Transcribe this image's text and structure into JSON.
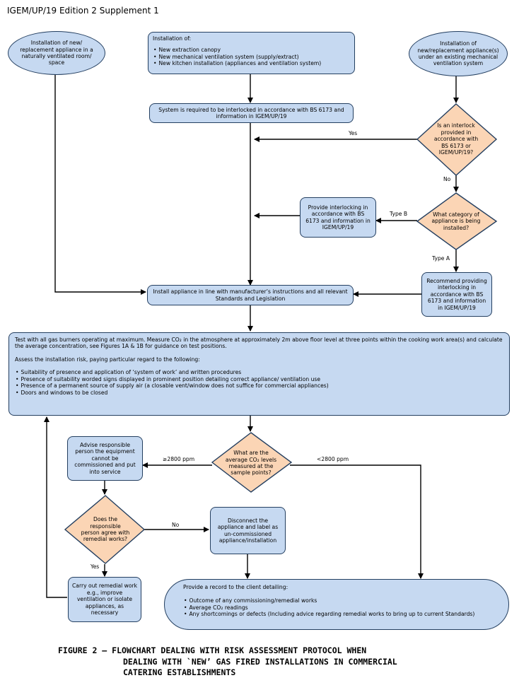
{
  "header": "IGEM/UP/19 Edition 2 Supplement 1",
  "colors": {
    "box_fill": "#c6d9f1",
    "decision_fill": "#fbd5b5",
    "line": "#000000",
    "border": "#243f60"
  },
  "nodes": {
    "start_natural": "Installation of new/ replacement appliance in a naturally ventilated room/ space",
    "start_mechanical_title": "Installation of:",
    "start_mechanical_items": [
      "New extraction canopy",
      "New mechanical ventilation system (supply/extract)",
      "New kitchen installation (appliances and ventilation system)"
    ],
    "start_existing": "Installation of new/replacement appliance(s) under an existing mechanical ventilation system",
    "interlock_required": "System is required to be interlocked in accordance with BS 6173 and information in IGEM/UP/19",
    "q_interlock": "Is an interlock provided in accordance with BS 6173 or IGEM/UP/19?",
    "q_category": "What category of appliance is being installed?",
    "provide_interlock": "Provide interlocking in accordance with BS 6173 and information in IGEM/UP/19",
    "recommend_interlock": "Recommend providing interlocking in accordance with BS 6173 and information in IGEM/UP/19",
    "install": "Install appliance in line with manufacturer’s instructions and all relevant Standards and Legislation",
    "test_p1": "Test with all gas burners operating at maximum. Measure CO₂ in the atmosphere at approximately 2m above floor level at three points within the cooking work area(s) and calculate the average concentration, see Figures 1A & 1B for guidance on test positions.",
    "test_p2": "Assess the installation risk, paying particular regard to the following:",
    "test_items": [
      "Suitability of presence and application of ‘system of work’ and written procedures",
      "Presence of suitability worded signs displayed in prominent position detailing correct appliance/ ventilation use",
      "Presence of a permanent source of supply air (a closable vent/window does not suffice for commercial appliances)",
      "Doors and windows to be closed"
    ],
    "q_co2": "What are the average CO₂ levels measured at the sample points?",
    "advise": "Advise responsible person the equipment cannot be commissioned and put into service",
    "q_agree": "Does the responsible person agree with remedial works?",
    "disconnect": "Disconnect the appliance and label as un-commissioned appliance/installation",
    "remedial": "Carry out remedial work e.g., improve ventilation or isolate appliances, as necessary",
    "record_title": "Provide a record to the client detailing:",
    "record_items": [
      "Outcome of any commissioning/remedial works",
      "Average CO₂ readings",
      "Any shortcomings or defects (Including advice regarding remedial works to bring up to current Standards)"
    ]
  },
  "edge_labels": {
    "yes1": "Yes",
    "no1": "No",
    "type_b": "Type B",
    "type_a": "Type A",
    "high": "≥2800 ppm",
    "low": "<2800 ppm",
    "no2": "No",
    "yes2": "Yes"
  },
  "caption": [
    "FIGURE 2  – FLOWCHART DEALING WITH RISK ASSESSMENT PROTOCOL WHEN",
    "DEALING WITH `NEW’ GAS FIRED  INSTALLATIONS IN COMMERCIAL",
    "CATERING ESTABLISHMENTS"
  ]
}
